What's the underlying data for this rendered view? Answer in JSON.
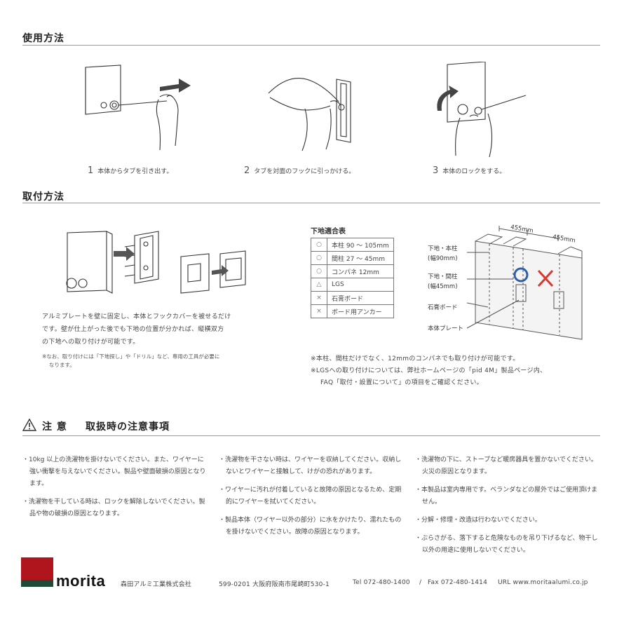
{
  "usage": {
    "title": "使用方法",
    "steps": [
      {
        "num": "1",
        "text": "本体からタブを引き出す。"
      },
      {
        "num": "2",
        "text": "タブを対面のフックに引っかける。"
      },
      {
        "num": "3",
        "text": "本体のロックをする。"
      }
    ]
  },
  "install": {
    "title": "取付方法",
    "description_lines": [
      "アルミプレートを壁に固定し、本体とフックカバーを被せるだけ",
      "です。壁が仕上がった後でも下地の位置が分かれば、縦横双方",
      "の下地への取り付けが可能です。"
    ],
    "tool_note_lines": [
      "※なお、取り付けには「下地探し」や「ドリル」など、専用の工具が必要に",
      "なります。"
    ],
    "table_title": "下地適合表",
    "table_rows": [
      {
        "mark": "○",
        "label": "本柱 90 ～ 105mm"
      },
      {
        "mark": "○",
        "label": "間柱 27 ～ 45mm"
      },
      {
        "mark": "○",
        "label": "コンパネ 12mm"
      },
      {
        "mark": "△",
        "label": "LGS"
      },
      {
        "mark": "×",
        "label": "石膏ボード"
      },
      {
        "mark": "×",
        "label": "ボード用アンカー"
      }
    ],
    "diagram": {
      "dim1": "455mm",
      "dim2": "455mm",
      "label_main_post": "下地・本柱",
      "label_main_post_width": "(幅90mm)",
      "label_stud": "下地・間柱",
      "label_stud_width": "(幅45mm)",
      "label_gypsum": "石膏ボード",
      "label_plate": "本体プレート",
      "ok_color": "#2f5fa8",
      "ng_color": "#d8382f"
    },
    "notes": [
      "※本柱、間柱だけでなく、12mmのコンパネでも取り付けが可能です。",
      "※LGSへの取り付けについては、弊社ホームページの「pid 4M」製品ページ内、",
      "FAQ「取付・設置について」の項目をご確認ください。"
    ]
  },
  "caution": {
    "icon": "warning-triangle-icon",
    "label": "注 意",
    "title": "取扱時の注意事項",
    "columns": [
      [
        "・10kg 以上の洗濯物を掛けないでください。また、ワイヤーに強い衝撃を与えないでください。製品や壁面破損の原因となります。",
        "・洗濯物を干している時は、ロックを解除しないでください。製品や物の破損の原因となります。"
      ],
      [
        "・洗濯物を干さない時は、ワイヤーを収納してください。収納しないとワイヤーと接触して、けがの恐れがあります。",
        "・ワイヤーに汚れが付着していると故障の原因となるため、定期的にワイヤーを拭いてください。",
        "・製品本体（ワイヤー以外の部分）に水をかけたり、濡れたものを掛けないでください。故障の原因となります。"
      ],
      [
        "・洗濯物の下に、ストーブなど暖房器具を置かないでください。火災の原因となります。",
        "・本製品は室内専用です。ベランダなどの屋外ではご使用頂けません。",
        "・分解・修理・改造は行わないでください。",
        "・ぶらさがる、落下すると危険なものを吊り下げるなど、物干し以外の用途に使用しないでください。"
      ]
    ]
  },
  "footer": {
    "logo_text": "morita",
    "logo_red": "#b0141c",
    "logo_green": "#1f4a35",
    "company": "森田アルミ工業株式会社",
    "address": "599-0201  大阪府阪南市尾崎町530-1",
    "tel": "Tel  072-480-1400",
    "separator": "/",
    "fax": "Fax  072-480-1414",
    "url": "URL  www.moritaalumi.co.jp"
  }
}
